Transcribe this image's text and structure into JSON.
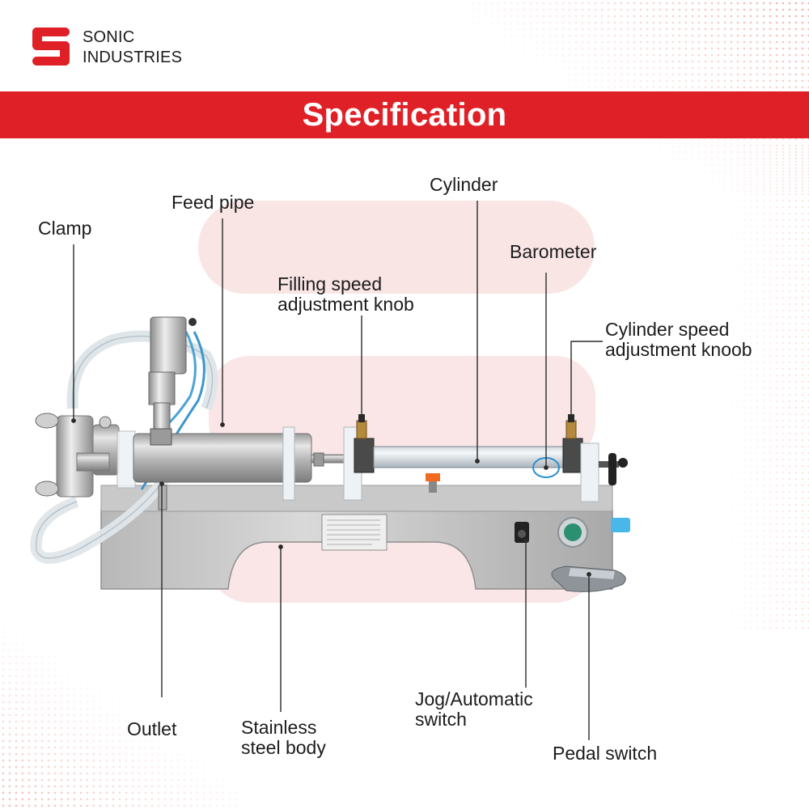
{
  "brand": {
    "line1": "SONIC",
    "line2": "INDUSTRIES",
    "logo_icon": "sonic-s-logo-icon",
    "accent_color": "#df2127"
  },
  "banner": {
    "title": "Specification",
    "background_color": "#df2127"
  },
  "labels": {
    "clamp": "Clamp",
    "feed_pipe": "Feed pipe",
    "cylinder": "Cylinder",
    "barometer": "Barometer",
    "filling_speed": "Filling speed\nadjustment knob",
    "cylinder_speed": "Cylinder speed\nadjustment knoob",
    "outlet": "Outlet",
    "stainless": "Stainless\nsteel body",
    "jog": "Jog/Automatic\nswitch",
    "pedal": "Pedal switch"
  }
}
